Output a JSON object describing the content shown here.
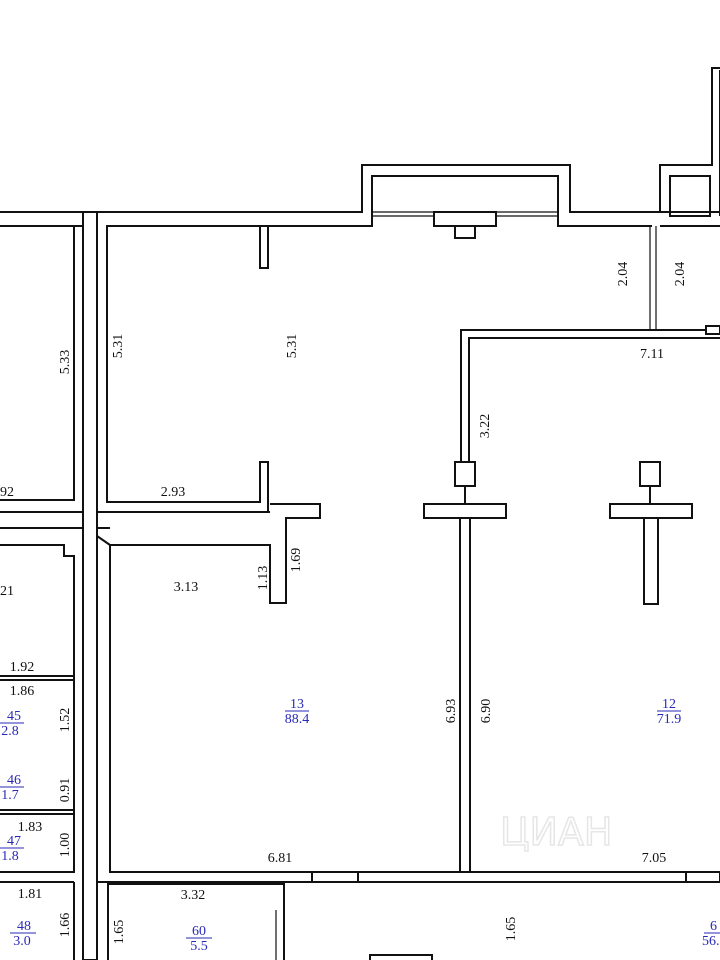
{
  "watermark": "ЦИАН",
  "dimensions": {
    "d533": "5.33",
    "d531a": "5.31",
    "d531b": "5.31",
    "d204a": "2.04",
    "d204b": "2.04",
    "d711": "7.11",
    "d322": "3.22",
    "d92": "92",
    "d293": "2.93",
    "d169": "1.69",
    "d113": "1.13",
    "d21": "21",
    "d313": "3.13",
    "d192": "1.92",
    "d186": "1.86",
    "d152": "1.52",
    "d091": "0.91",
    "d183": "1.83",
    "d100": "1.00",
    "d693": "6.93",
    "d690": "6.90",
    "d681": "6.81",
    "d705": "7.05",
    "d181": "1.81",
    "d166": "1.66",
    "d165a": "1.65",
    "d332": "3.32",
    "d165b": "1.65"
  },
  "rooms": {
    "r13": {
      "num": "13",
      "area": "88.4"
    },
    "r12": {
      "num": "12",
      "area": "71.9"
    },
    "r45": {
      "num": "45",
      "area": "2.8"
    },
    "r46": {
      "num": "46",
      "area": "1.7"
    },
    "r47": {
      "num": "47",
      "area": "1.8"
    },
    "r48": {
      "num": "48",
      "area": "3.0"
    },
    "r60": {
      "num": "60",
      "area": "5.5"
    },
    "r6x": {
      "num": "6",
      "area": "56."
    }
  }
}
